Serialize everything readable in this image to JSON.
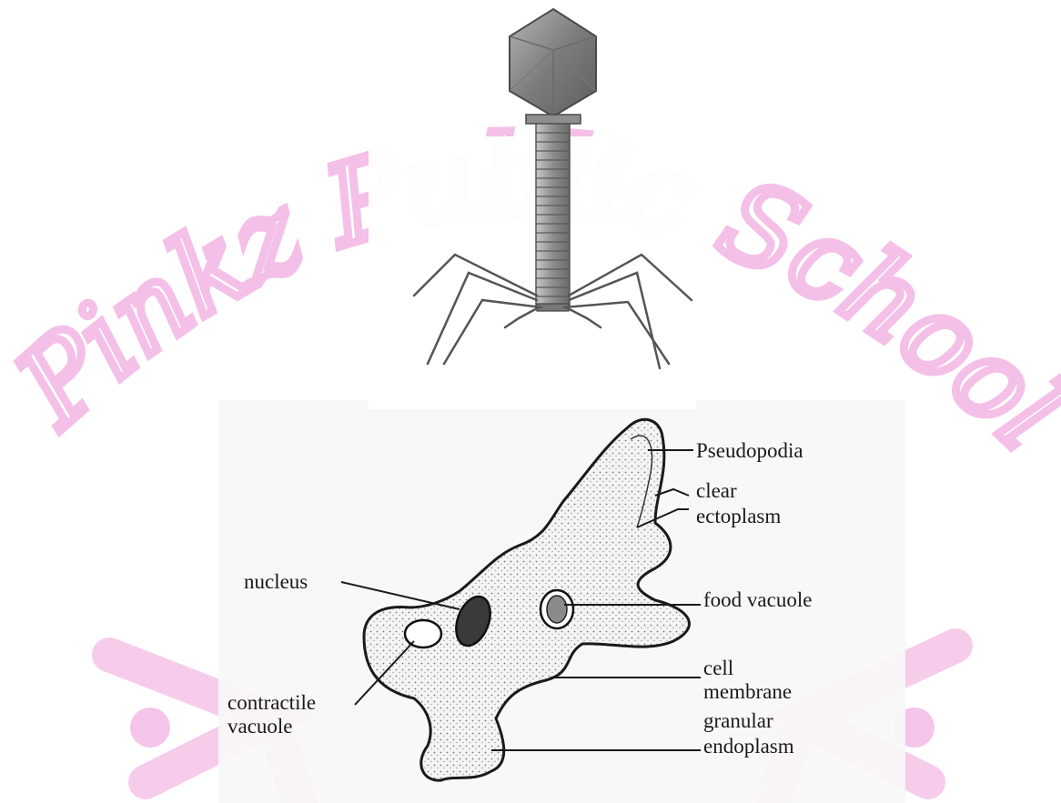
{
  "watermark": {
    "text": "Pinkz Public School",
    "color": "#f3b6e3",
    "accent_color": "#d7c7ec"
  },
  "bacteriophage": {
    "head_color": "#8a8a8a",
    "tail_color": "#9a9a9a"
  },
  "amoeba": {
    "labels": {
      "pseudopodia": "Pseudopodia",
      "clear_ectoplasm_1": "clear",
      "clear_ectoplasm_2": "ectoplasm",
      "nucleus": "nucleus",
      "food_vacuole": "food vacuole",
      "cell_membrane_1": "cell",
      "cell_membrane_2": "membrane",
      "granular_endoplasm_1": "granular",
      "granular_endoplasm_2": "endoplasm",
      "contractile_vacuole_1": "contractile",
      "contractile_vacuole_2": "vacuole"
    }
  }
}
